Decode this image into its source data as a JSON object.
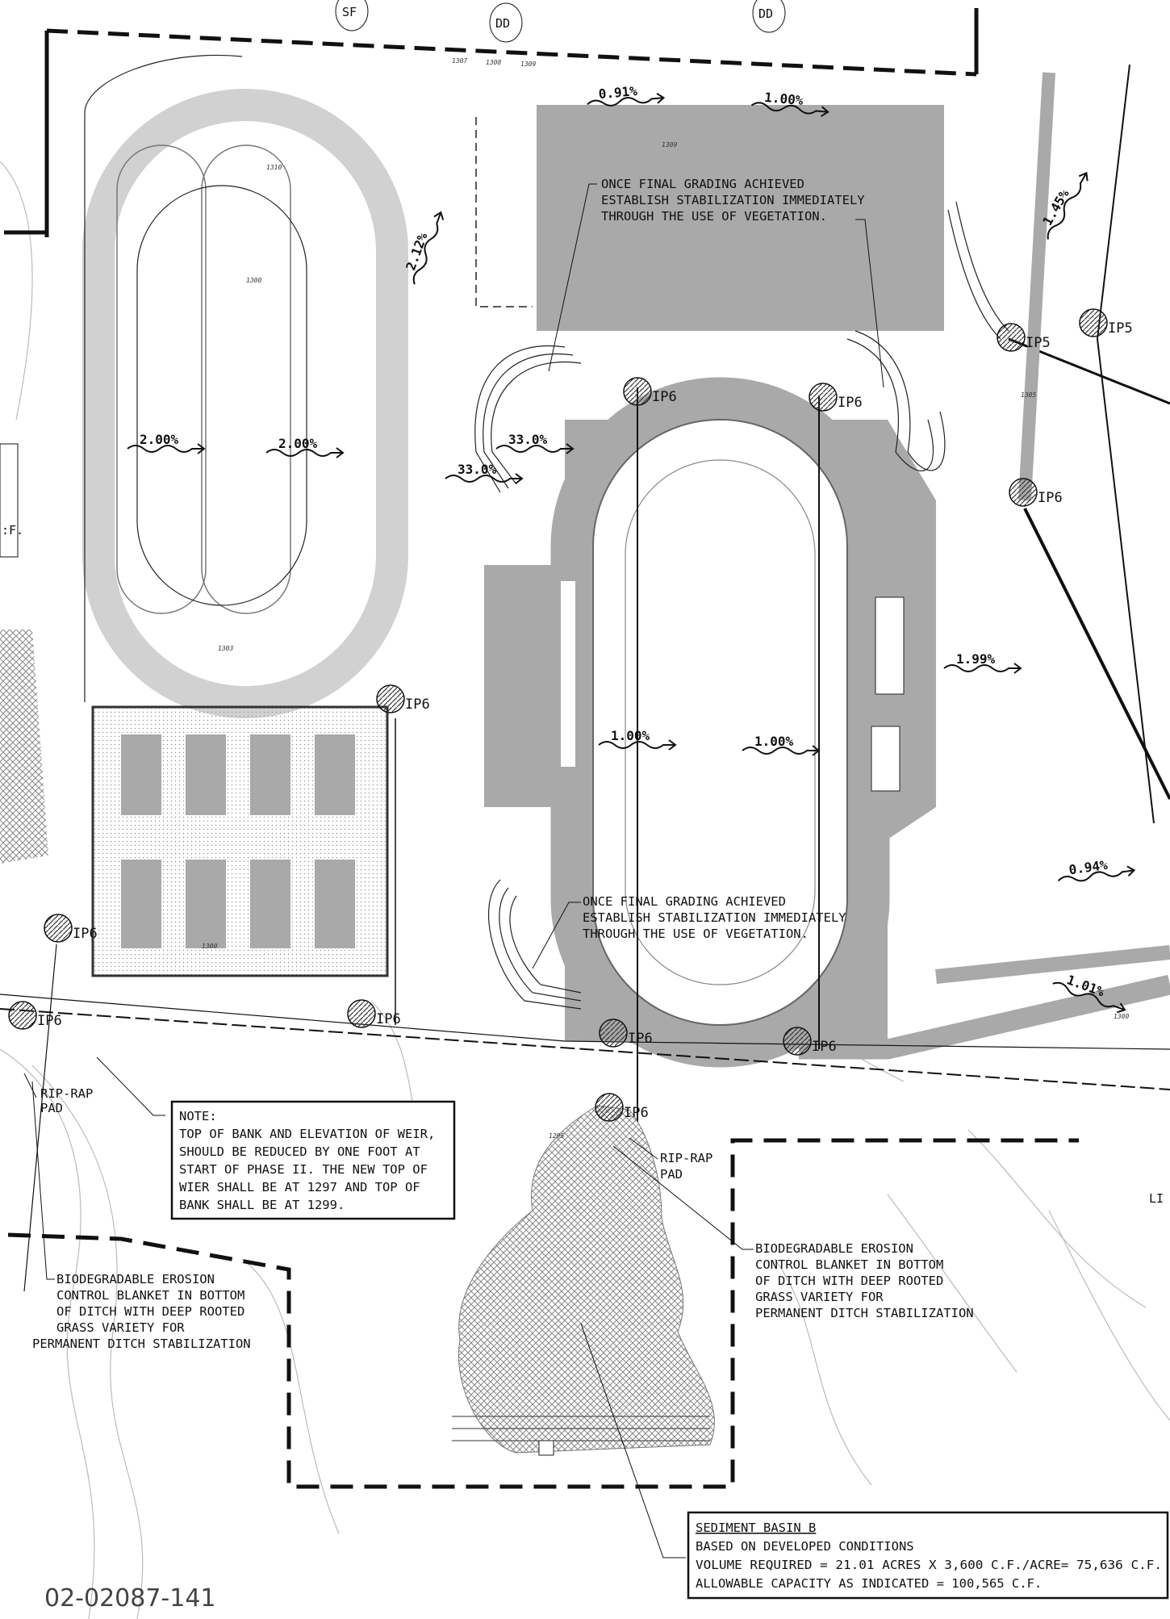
{
  "drawing": {
    "number": "02-02087-141",
    "callout_tags": [
      "SF",
      "DD",
      "DD"
    ],
    "edge_labels": {
      "left": ":F.",
      "right": "LI"
    },
    "contour_labels": [
      "1307",
      "1308",
      "1309",
      "1310",
      "1309",
      "1300",
      "1303",
      "1300",
      "1295",
      "1300",
      "1305"
    ]
  },
  "slopes": {
    "top_left": "0.91%",
    "top_right": "1.00%",
    "northeast": "1.45%",
    "west_swale": "2.12%",
    "left_track_west": "2.00%",
    "left_track_east": "2.00%",
    "bank_upper": "33.0%",
    "bank_lower": "33.0%",
    "stadium_east": "1.99%",
    "field_west": "1.00%",
    "field_east": "1.00%",
    "east_lower": "0.94%",
    "southeast": "1.01%"
  },
  "inlet_protection": [
    "IP5",
    "IP5",
    "IP6",
    "IP6",
    "IP6",
    "IP6",
    "IP6",
    "IP6",
    "IP6",
    "IP6",
    "IP6",
    "IP6"
  ],
  "notes": {
    "grading_top": [
      "ONCE FINAL GRADING ACHIEVED",
      "ESTABLISH STABILIZATION IMMEDIATELY",
      "THROUGH THE USE OF VEGETATION."
    ],
    "grading_mid": [
      "ONCE FINAL GRADING ACHIEVED",
      "ESTABLISH STABILIZATION IMMEDIATELY",
      "THROUGH THE USE OF VEGETATION."
    ],
    "weir_note": [
      "NOTE:",
      "TOP OF BANK AND ELEVATION OF WEIR,",
      "SHOULD BE REDUCED BY ONE FOOT AT",
      "START OF PHASE II. THE NEW TOP OF",
      "WIER SHALL BE AT 1297 AND TOP OF",
      "BANK SHALL BE AT 1299."
    ],
    "riprap_left": [
      "RIP-RAP",
      "PAD"
    ],
    "riprap_center": [
      "RIP-RAP",
      "PAD"
    ],
    "blanket_left": [
      "BIODEGRADABLE EROSION",
      "CONTROL BLANKET IN BOTTOM",
      "OF DITCH WITH DEEP ROOTED",
      "GRASS VARIETY FOR",
      "PERMANENT DITCH STABILIZATION"
    ],
    "blanket_right": [
      "BIODEGRADABLE EROSION",
      "CONTROL BLANKET IN BOTTOM",
      "OF DITCH WITH DEEP ROOTED",
      "GRASS VARIETY FOR",
      "PERMANENT DITCH STABILIZATION"
    ],
    "sediment_basin": {
      "title": "SEDIMENT BASIN B",
      "lines": [
        "BASED ON DEVELOPED CONDITIONS",
        "VOLUME REQUIRED = 21.01 ACRES X 3,600 C.F./ACRE= 75,636 C.F.",
        "ALLOWABLE CAPACITY AS INDICATED = 100,565 C.F."
      ]
    }
  },
  "colors": {
    "fill_gray": "#a9a9a9",
    "line": "#111111",
    "contour": "#9a9a9a"
  }
}
